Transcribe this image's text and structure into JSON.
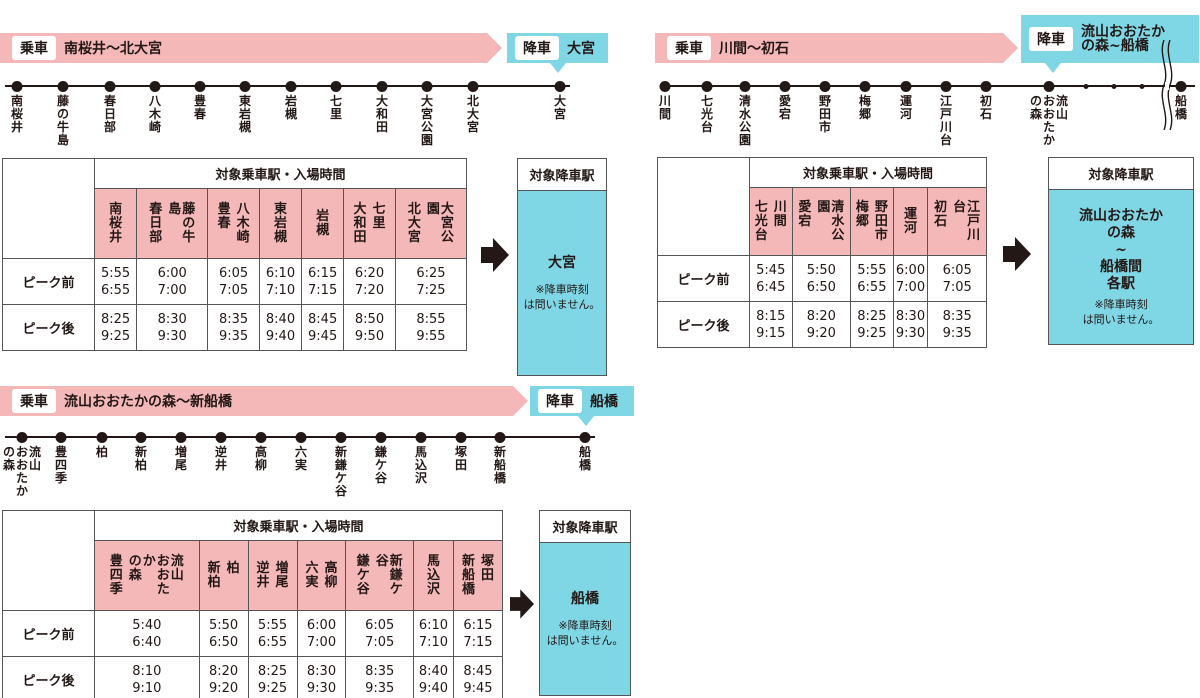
{
  "labels": {
    "board": "乗車",
    "alight": "降車",
    "table_head": "対象乗車駅・入場時間",
    "alight_head": "対象降車駅",
    "peak_before": "ピーク前",
    "peak_after": "ピーク後",
    "note": "※降車時刻\nは問いません。"
  },
  "panel1": {
    "route": "南桜井〜北大宮",
    "alight_station": "大宮",
    "stations": [
      "南桜井",
      "藤の牛島",
      "春日部",
      "八木崎",
      "豊春",
      "東岩槻",
      "岩槻",
      "七里",
      "大和田",
      "大宮公園",
      "北大宮",
      "大宮"
    ],
    "groups": [
      [
        "南桜井"
      ],
      [
        "藤の牛島",
        "春日部"
      ],
      [
        "八木崎",
        "豊春"
      ],
      [
        "東岩槻"
      ],
      [
        "岩槻"
      ],
      [
        "七里",
        "大和田"
      ],
      [
        "大宮公園",
        "北大宮"
      ]
    ],
    "before": [
      "5:55\n6:55",
      "6:00\n7:00",
      "6:05\n7:05",
      "6:10\n7:10",
      "6:15\n7:15",
      "6:20\n7:20",
      "6:25\n7:25"
    ],
    "after": [
      "8:25\n9:25",
      "8:30\n9:30",
      "8:35\n9:35",
      "8:40\n9:40",
      "8:45\n9:45",
      "8:50\n9:50",
      "8:55\n9:55"
    ],
    "alight_box": "大宮"
  },
  "panel2": {
    "route": "川間〜初石",
    "alight_station": "流山おおたか\nの森~船橋",
    "stations": [
      "川間",
      "七光台",
      "清水公園",
      "愛宕",
      "野田市",
      "梅郷",
      "運河",
      "江戸川台",
      "初石",
      "流山おおたかの森",
      "船橋"
    ],
    "groups": [
      [
        "川間",
        "七光台"
      ],
      [
        "清水公園",
        "愛宕"
      ],
      [
        "野田市",
        "梅郷"
      ],
      [
        "運河"
      ],
      [
        "江戸川台",
        "初石"
      ]
    ],
    "before": [
      "5:45\n6:45",
      "5:50\n6:50",
      "5:55\n6:55",
      "6:00\n7:00",
      "6:05\n7:05"
    ],
    "after": [
      "8:15\n9:15",
      "8:20\n9:20",
      "8:25\n9:25",
      "8:30\n9:30",
      "8:35\n9:35"
    ],
    "alight_box": "流山おおたか\nの森\n~\n船橋間\n各駅"
  },
  "panel3": {
    "route": "流山おおたかの森〜新船橋",
    "alight_station": "船橋",
    "stations": [
      "流山おおたかの森",
      "豊四季",
      "柏",
      "新柏",
      "増尾",
      "逆井",
      "高柳",
      "六実",
      "新鎌ケ谷",
      "鎌ケ谷",
      "馬込沢",
      "塚田",
      "新船橋",
      "船橋"
    ],
    "groups": [
      [
        "流山おおたかの森",
        "豊四季"
      ],
      [
        "柏",
        "新柏"
      ],
      [
        "増尾",
        "逆井"
      ],
      [
        "高柳",
        "六実"
      ],
      [
        "新鎌ケ谷",
        "鎌ケ谷"
      ],
      [
        "馬込沢"
      ],
      [
        "塚田",
        "新船橋"
      ]
    ],
    "before": [
      "5:40\n6:40",
      "5:50\n6:50",
      "5:55\n6:55",
      "6:00\n7:00",
      "6:05\n7:05",
      "6:10\n7:10",
      "6:15\n7:15"
    ],
    "after": [
      "8:10\n9:10",
      "8:20\n9:20",
      "8:25\n9:25",
      "8:30\n9:30",
      "8:35\n9:35",
      "8:40\n9:40",
      "8:45\n9:45"
    ],
    "alight_box": "船橋"
  },
  "colors": {
    "board": "#f4b8b9",
    "alight": "#7fd6e5",
    "line": "#231815"
  }
}
